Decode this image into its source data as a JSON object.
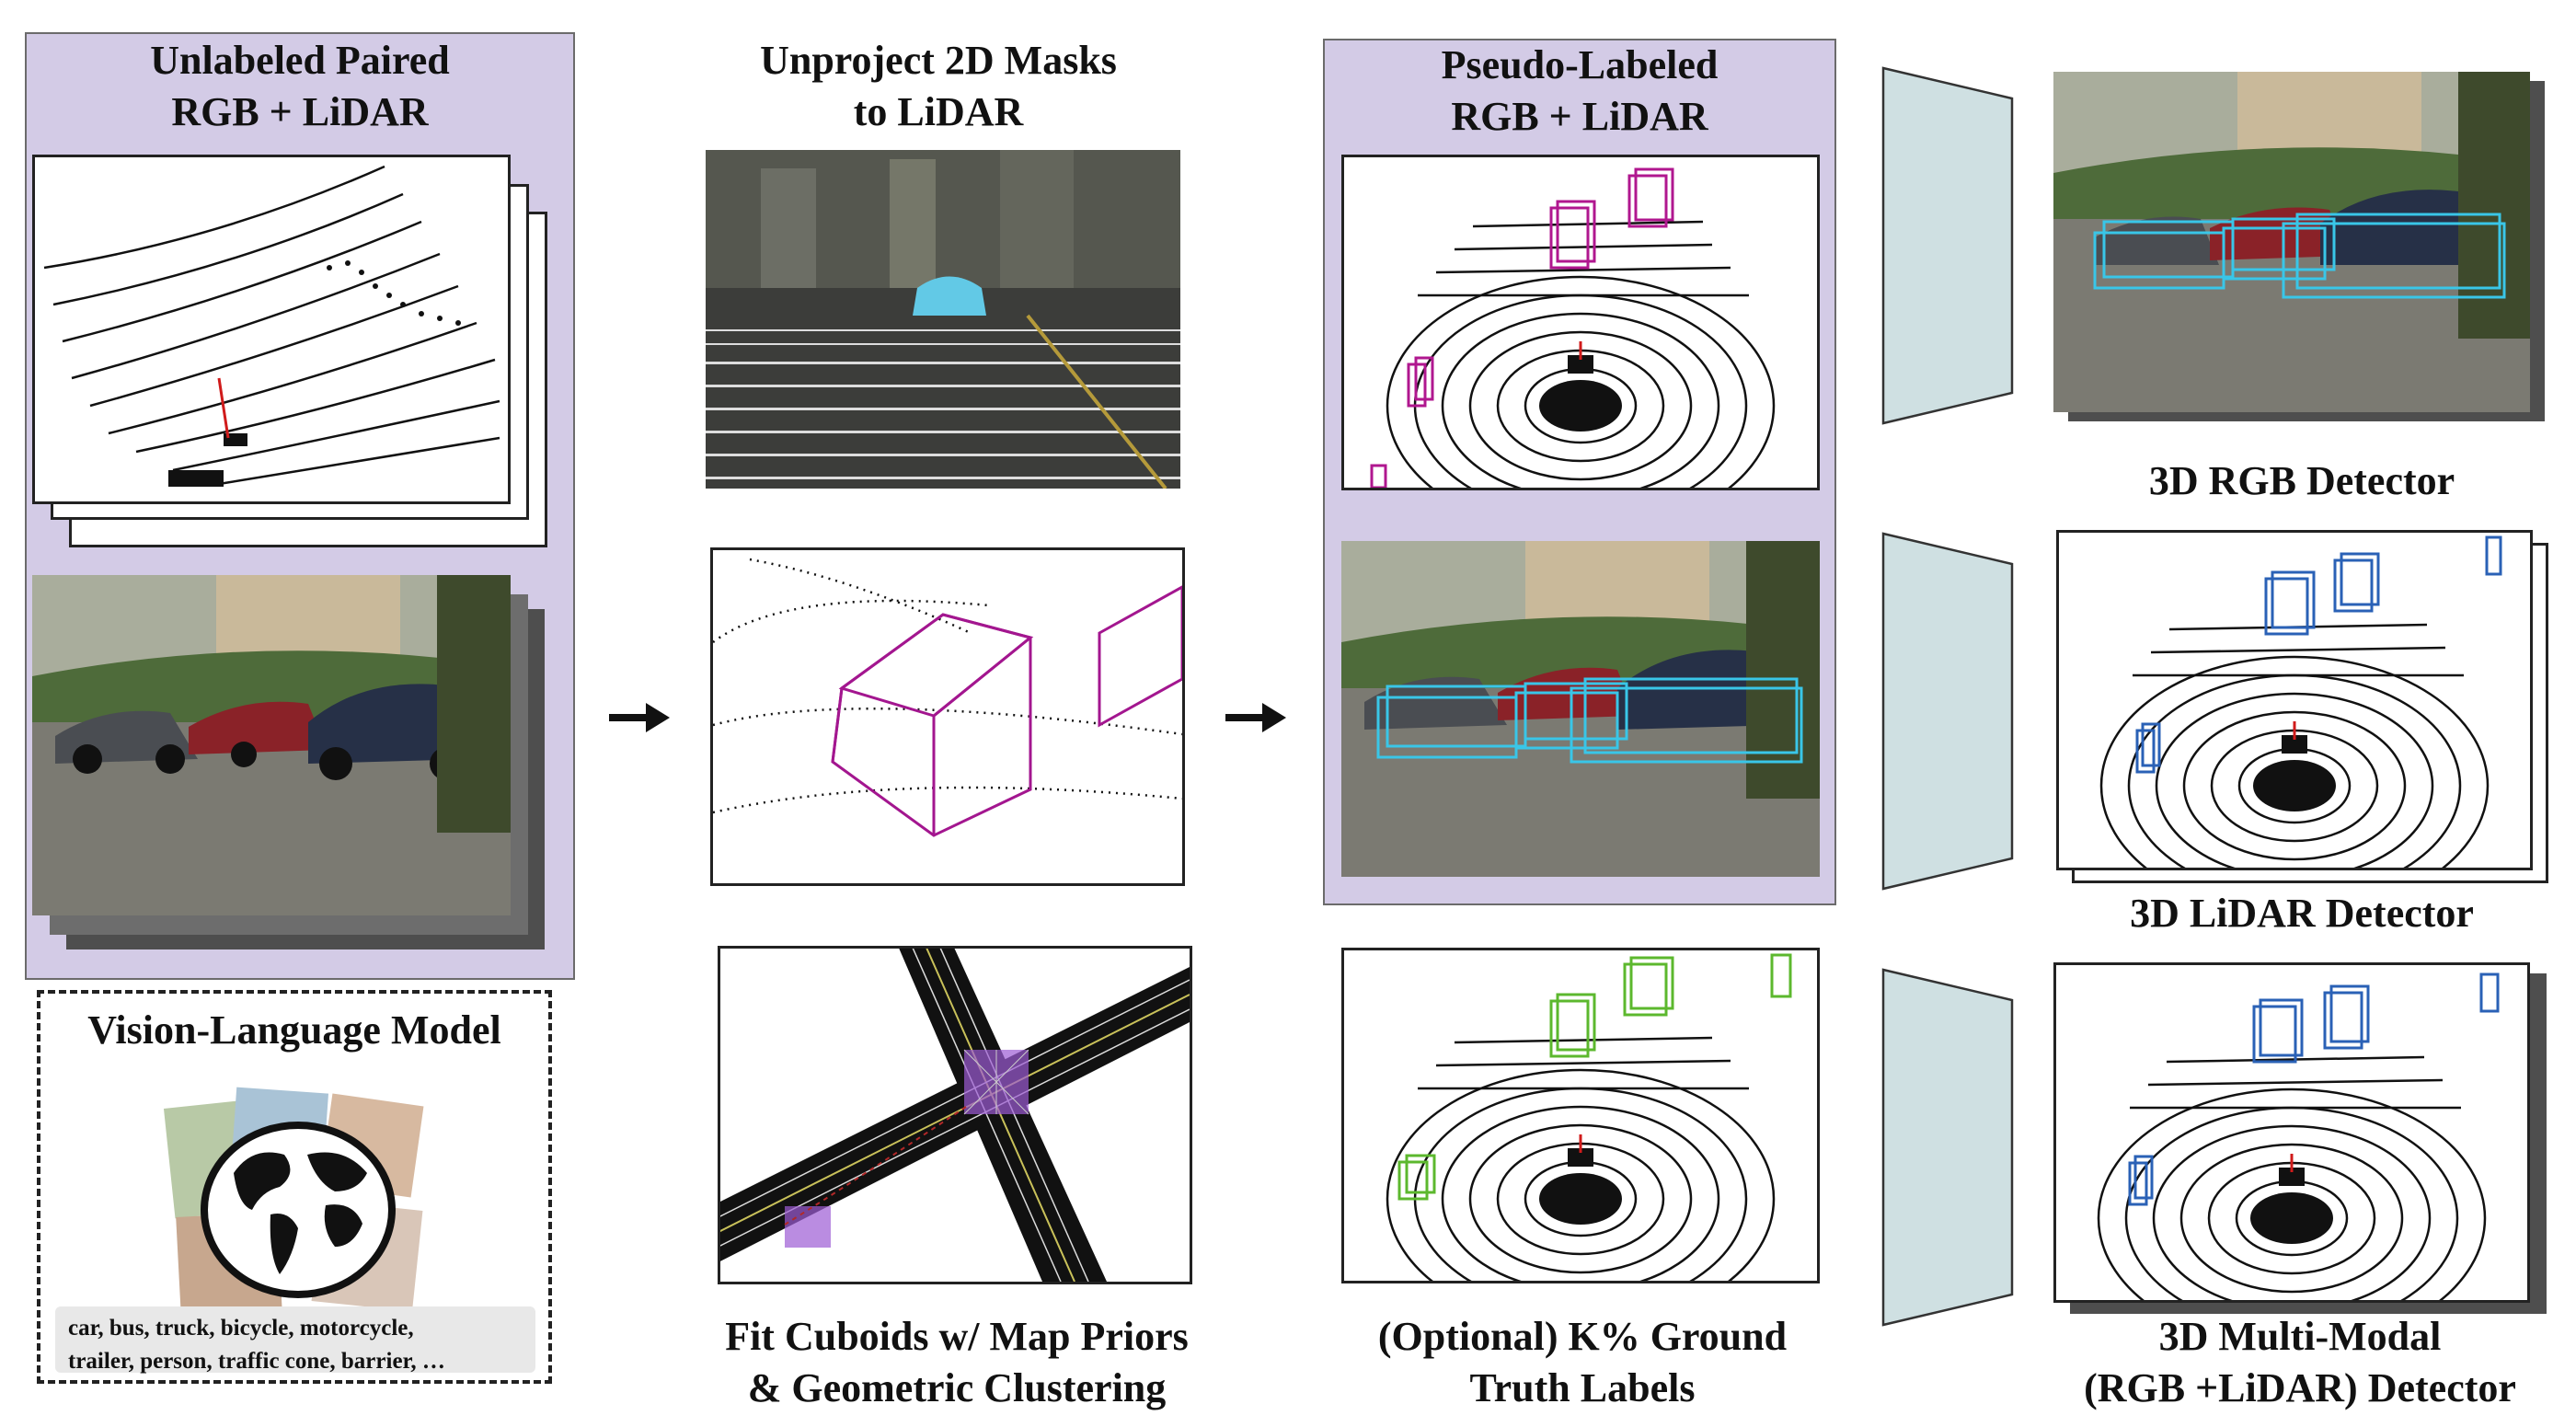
{
  "columns": {
    "unlabeled": {
      "title_line1": "Unlabeled Paired",
      "title_line2": "RGB + LiDAR"
    },
    "unproject": {
      "title_line1": "Unproject 2D Masks",
      "title_line2": "to LiDAR"
    },
    "fit": {
      "caption_line1": "Fit Cuboids w/ Map Priors",
      "caption_line2": "& Geometric Clustering"
    },
    "pseudo": {
      "title_line1": "Pseudo-Labeled",
      "title_line2": "RGB + LiDAR"
    },
    "optional": {
      "caption_line1": "(Optional) K% Ground",
      "caption_line2": "Truth Labels"
    }
  },
  "vlm": {
    "title": "Vision-Language Model",
    "categories_line1": "car, bus, truck, bicycle, motorcycle,",
    "categories_line2": "trailer, person, traffic cone, barrier, …"
  },
  "detectors": {
    "rgb": "3D RGB Detector",
    "lidar": "3D LiDAR Detector",
    "multimodal_line1": "3D Multi-Modal",
    "multimodal_line2": "(RGB +LiDAR) Detector"
  },
  "colors": {
    "purple_panel": "#d3cbe6",
    "box_magenta": "#b0178f",
    "box_cyan": "#39c6e8",
    "box_green": "#5cb82e",
    "box_blue": "#2a61b6",
    "detector_panel": "#cfe0e2"
  },
  "icons": [
    "globe-icon",
    "arrow-right-icon"
  ]
}
